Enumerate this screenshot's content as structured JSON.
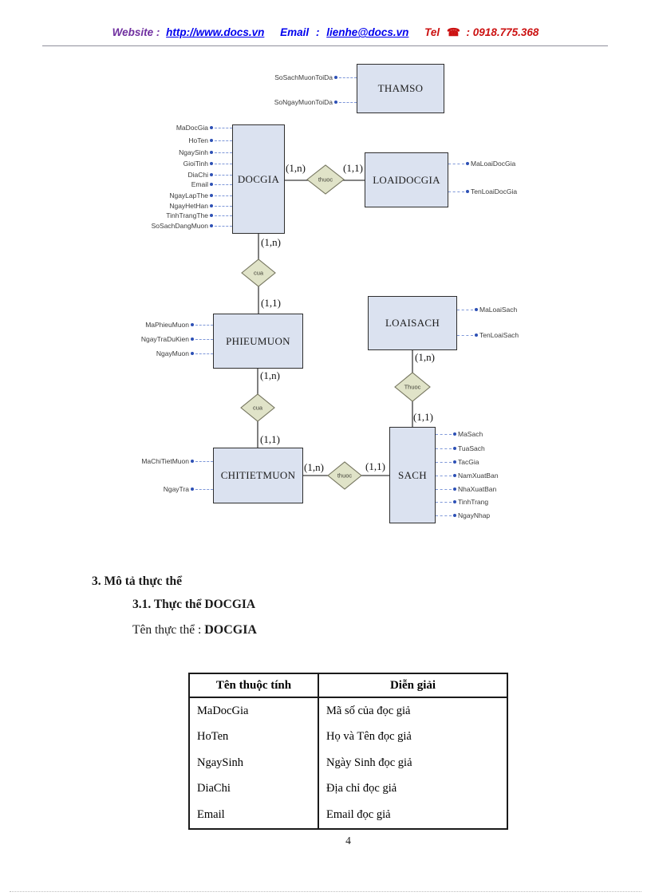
{
  "header": {
    "website_label": "Website :",
    "website_url": "http://www.docs.vn",
    "email_label": "Email",
    "email_colon": ":",
    "email_url": "lienhe@docs.vn",
    "tel_label": "Tel",
    "phone_icon": "☎",
    "tel_value": ": 0918.775.368"
  },
  "diagram": {
    "entities": [
      {
        "id": "THAMSO",
        "label": "THAMSO",
        "attrs_left": [
          "SoSachMuonToiDa",
          "SoNgayMuonToiDa"
        ],
        "attrs_right": []
      },
      {
        "id": "DOCGIA",
        "label": "DOCGIA",
        "attrs_left": [
          "MaDocGia",
          "HoTen",
          "NgaySinh",
          "GioiTinh",
          "DiaChi",
          "Email",
          "NgayLapThe",
          "NgayHetHan",
          "TinhTrangThe",
          "SoSachDangMuon"
        ],
        "attrs_right": []
      },
      {
        "id": "LOAIDOCGIA",
        "label": "LOAIDOCGIA",
        "attrs_left": [],
        "attrs_right": [
          "MaLoaiDocGia",
          "TenLoaiDocGia"
        ]
      },
      {
        "id": "PHIEUMUON",
        "label": "PHIEUMUON",
        "attrs_left": [
          "MaPhieuMuon",
          "NgayTraDuKien",
          "NgayMuon"
        ],
        "attrs_right": []
      },
      {
        "id": "LOAISACH",
        "label": "LOAISACH",
        "attrs_left": [],
        "attrs_right": [
          "MaLoaiSach",
          "TenLoaiSach"
        ]
      },
      {
        "id": "CHITIETMUON",
        "label": "CHITIETMUON",
        "attrs_left": [
          "MaChiTietMuon",
          "NgayTra"
        ],
        "attrs_right": []
      },
      {
        "id": "SACH",
        "label": "SACH",
        "attrs_left": [],
        "attrs_right": [
          "MaSach",
          "TuaSach",
          "TacGia",
          "NamXuatBan",
          "NhaXuatBan",
          "TinhTrang",
          "NgayNhap"
        ]
      }
    ],
    "relationships": [
      {
        "id": "rel-docgia-loaidocgia",
        "label": "thuoc",
        "from": "DOCGIA",
        "to": "LOAIDOCGIA",
        "from_card": "(1,n)",
        "to_card": "(1,1)"
      },
      {
        "id": "rel-docgia-phieumuon",
        "label": "cua",
        "from": "DOCGIA",
        "to": "PHIEUMUON",
        "from_card": "(1,n)",
        "to_card": "(1,1)"
      },
      {
        "id": "rel-loaisach-sach",
        "label": "Thuoc",
        "from": "LOAISACH",
        "to": "SACH",
        "from_card": "(1,n)",
        "to_card": "(1,1)"
      },
      {
        "id": "rel-phieumuon-chitiet",
        "label": "cua",
        "from": "PHIEUMUON",
        "to": "CHITIETMUON",
        "from_card": "(1,n)",
        "to_card": "(1,1)"
      },
      {
        "id": "rel-chitiet-sach",
        "label": "thuoc",
        "from": "CHITIETMUON",
        "to": "SACH",
        "from_card": "(1,n)",
        "to_card": "(1,1)"
      }
    ]
  },
  "section": {
    "heading": "3. Mô tả thực thể",
    "subheading": "3.1. Thực thể DOCGIA",
    "entity_name_label": "Tên thực thể : ",
    "entity_name_value": "DOCGIA"
  },
  "table": {
    "headers": [
      "Tên thuộc tính",
      "Diễn giải"
    ],
    "rows": [
      [
        "MaDocGia",
        "Mã số của đọc giả"
      ],
      [
        "HoTen",
        "Họ và Tên đọc giả"
      ],
      [
        "NgaySinh",
        "Ngày Sinh đọc giả"
      ],
      [
        "DiaChi",
        "Địa chỉ đọc giả"
      ],
      [
        "Email",
        "Email đọc giả"
      ]
    ]
  },
  "footer": {
    "page_number": "4"
  },
  "colors": {
    "entity_fill": "#dbe2f0",
    "entity_border": "#2e2e2e",
    "diamond_fill": "#e0e3c8",
    "diamond_border": "#74745e",
    "connector_line": "#3a3a3a",
    "attr_line_blue": "#7e97d8",
    "attr_dot_blue": "#2d50b5",
    "accent_purple": "#7030a0",
    "accent_blue": "#0000ee",
    "accent_red": "#cc1111"
  }
}
